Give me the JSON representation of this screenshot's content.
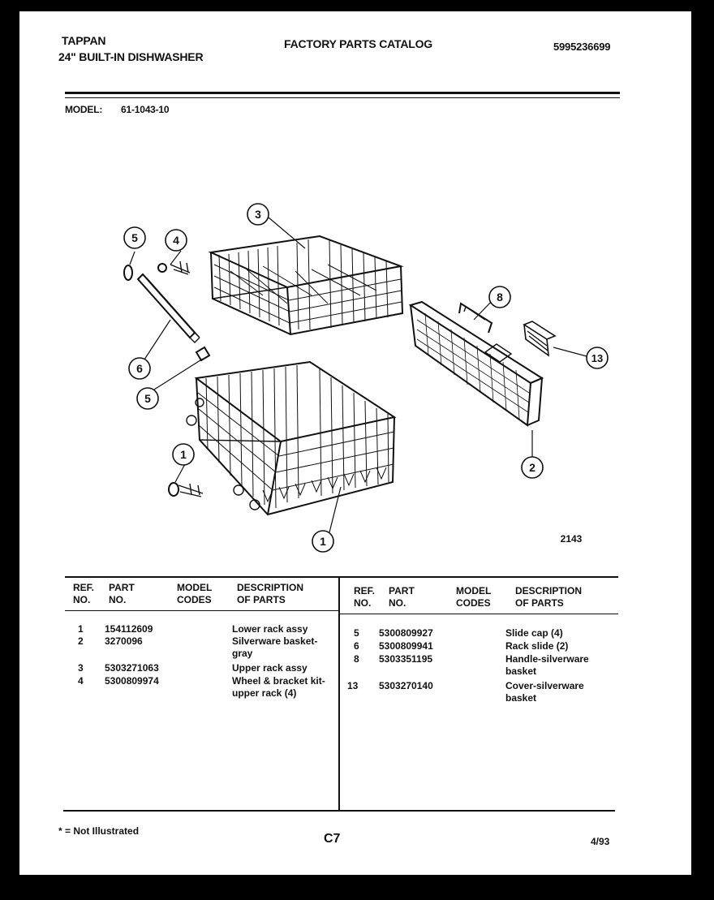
{
  "header": {
    "brand": "TAPPAN",
    "product": "24\" BUILT-IN DISHWASHER",
    "catalog_title": "FACTORY PARTS CATALOG",
    "catalog_number": "5995236699",
    "model_label": "MODEL:",
    "model_value": "61-1043-10"
  },
  "diagram": {
    "figure_number": "2143",
    "callouts": [
      "1",
      "1",
      "2",
      "3",
      "4",
      "5",
      "5",
      "6",
      "8",
      "13"
    ]
  },
  "table": {
    "col_ref": [
      "REF.",
      "NO."
    ],
    "col_part": [
      "PART",
      "NO."
    ],
    "col_model": [
      "MODEL",
      "CODES"
    ],
    "col_desc": [
      "DESCRIPTION",
      "OF PARTS"
    ],
    "left_rows": [
      {
        "ref": "1",
        "part": "154112609",
        "desc": "Lower rack assy"
      },
      {
        "ref": "2",
        "part": "3270096",
        "desc": "Silverware basket-gray"
      },
      {
        "ref": "3",
        "part": "5303271063",
        "desc": "Upper rack assy"
      },
      {
        "ref": "4",
        "part": "5300809974",
        "desc": "Wheel & bracket kit-upper rack (4)"
      }
    ],
    "right_rows": [
      {
        "ref": "5",
        "part": "5300809927",
        "desc": "Slide cap (4)"
      },
      {
        "ref": "6",
        "part": "5300809941",
        "desc": "Rack slide (2)"
      },
      {
        "ref": "8",
        "part": "5303351195",
        "desc": "Handle-silverware basket"
      },
      {
        "ref": "13",
        "part": "5303270140",
        "desc": "Cover-silverware basket"
      }
    ]
  },
  "footer": {
    "note": "* = Not Illustrated",
    "page_code": "C7",
    "date": "4/93"
  }
}
